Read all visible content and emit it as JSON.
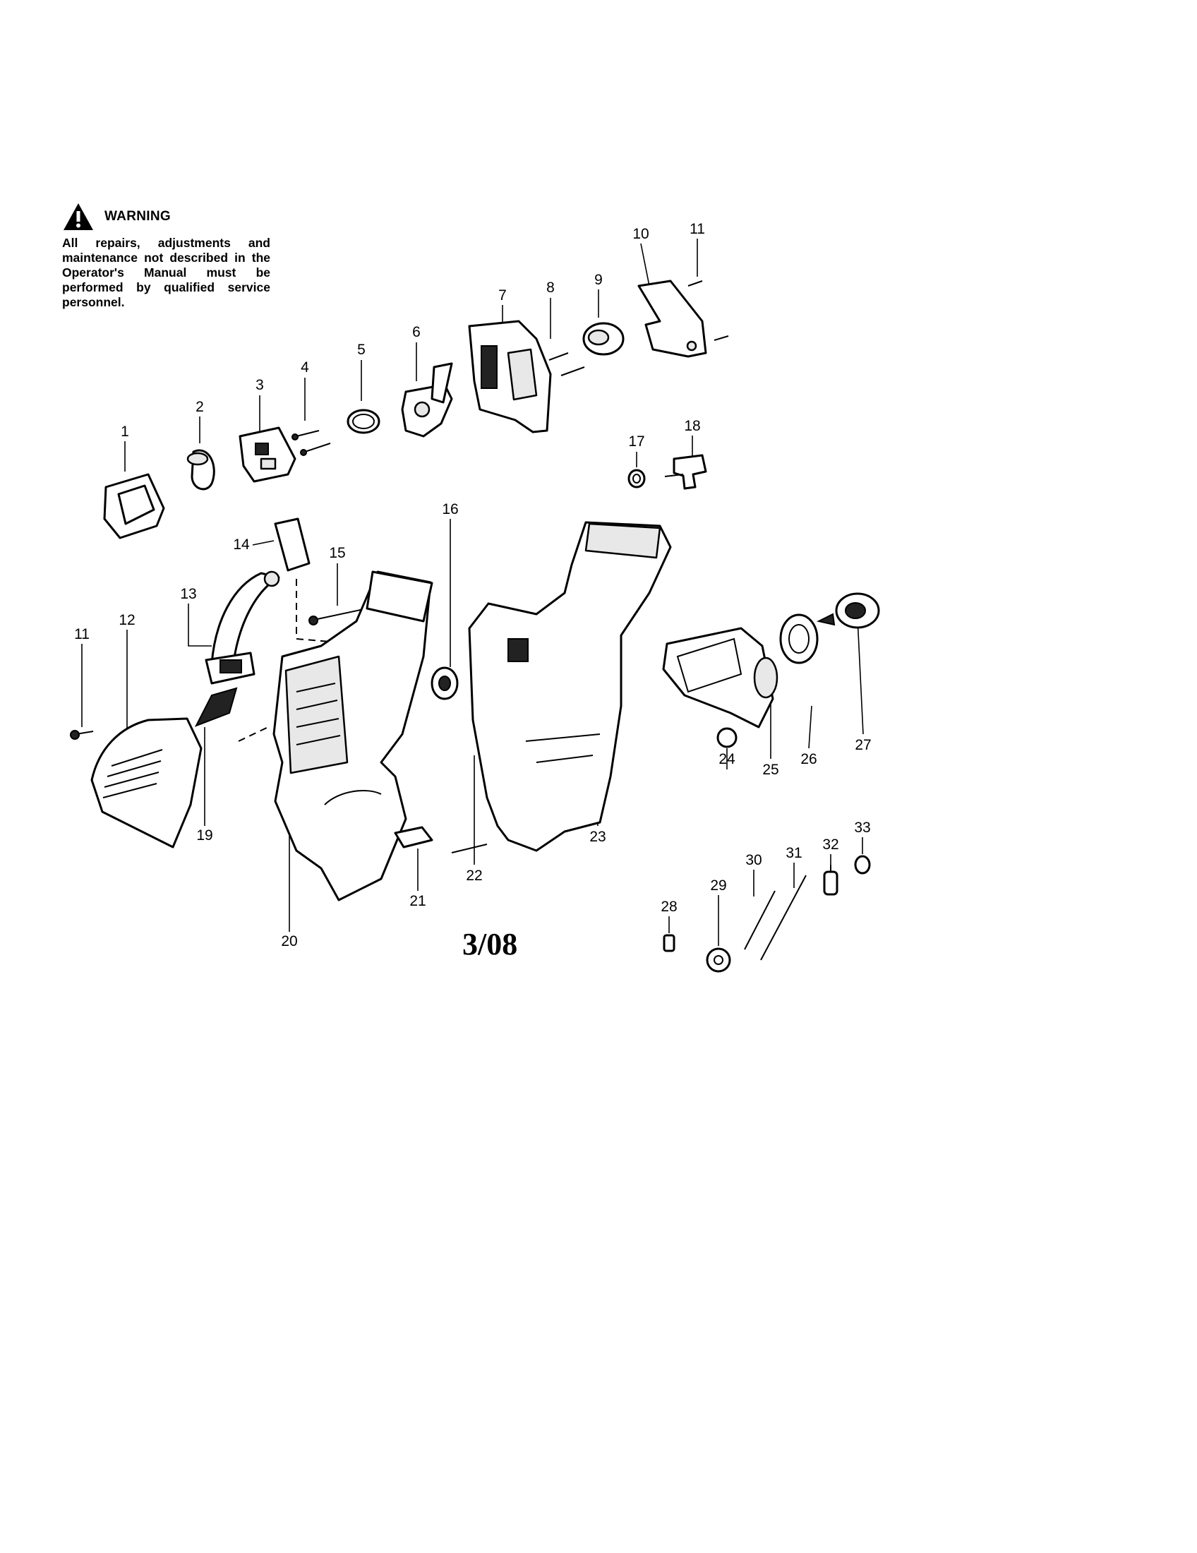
{
  "warning": {
    "title": "WARNING",
    "text": "All repairs, adjustments and maintenance not described in the Operator's Manual must be performed by qualified service personnel.",
    "icon": "warning-triangle-icon"
  },
  "revision": "3/08",
  "callouts": [
    "1",
    "2",
    "3",
    "4",
    "5",
    "6",
    "7",
    "8",
    "9",
    "10",
    "11",
    "11",
    "12",
    "13",
    "14",
    "15",
    "16",
    "17",
    "18",
    "19",
    "20",
    "21",
    "22",
    "23",
    "24",
    "25",
    "26",
    "27",
    "28",
    "29",
    "30",
    "31",
    "32",
    "33"
  ]
}
